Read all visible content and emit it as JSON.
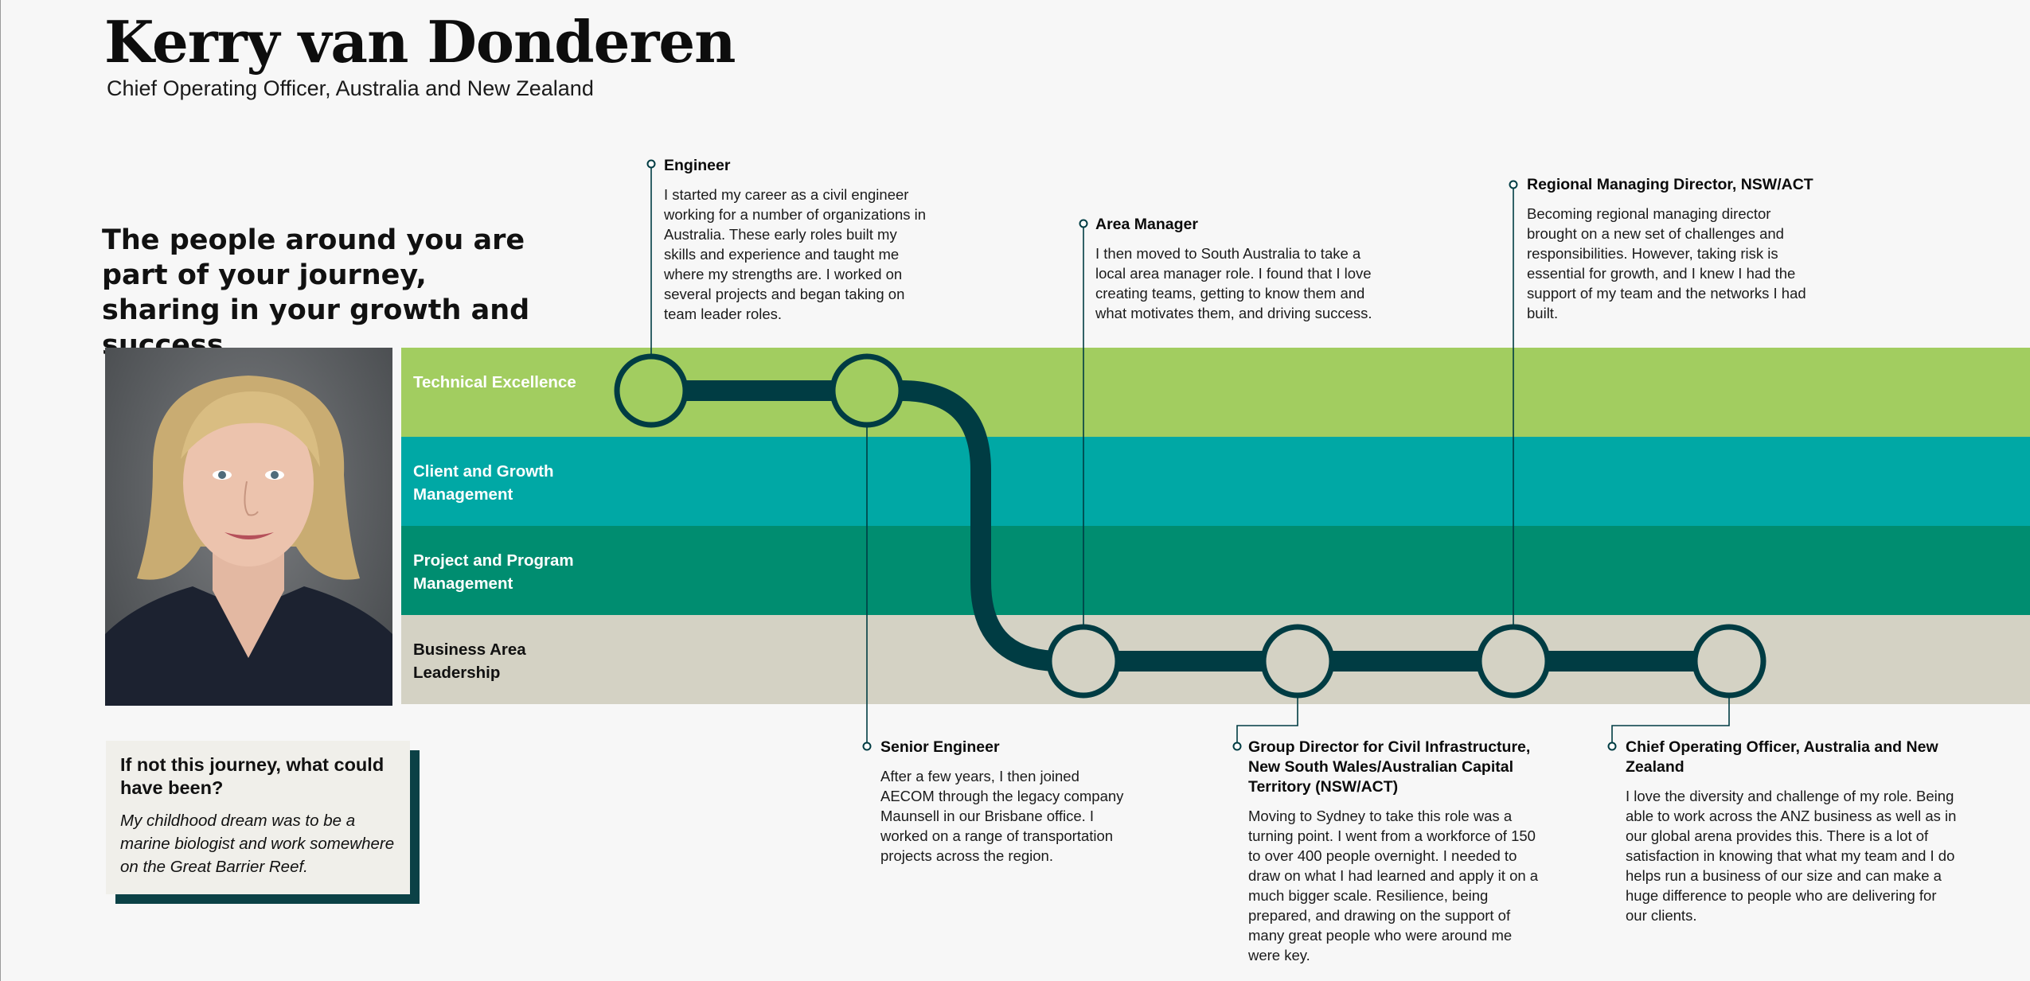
{
  "header": {
    "name": "Kerry van Donderen",
    "role": "Chief Operating Officer, Australia and New Zealand"
  },
  "tagline": "The people around you are part of your journey, sharing in your growth and success.",
  "bands": [
    {
      "label": "Technical Excellence",
      "color": "#a2cd60"
    },
    {
      "label": "Client and Growth Management",
      "color": "#00a8a5"
    },
    {
      "label": "Project and Program Management",
      "color": "#008d70"
    },
    {
      "label": "Business Area Leadership",
      "color": "#d4d2c4"
    }
  ],
  "track_color": "#003c43",
  "milestones": [
    {
      "title": "Engineer",
      "band": "Technical Excellence",
      "text": "I started my career as a civil engineer working for a number of organizations in Australia. These early roles built my skills and experience and taught me where my strengths are. I worked on several projects and began taking on team leader roles."
    },
    {
      "title": "Senior Engineer",
      "band": "Technical Excellence",
      "text": "After a few years, I then joined AECOM through the legacy company Maunsell in our Brisbane office. I worked on a range of transportation projects across the region."
    },
    {
      "title": "Area Manager",
      "band": "Business Area Leadership",
      "text": "I then moved to South Australia to take a local area manager role. I found that I love creating teams, getting to know them and what motivates them, and driving success."
    },
    {
      "title": "Group Director for Civil Infrastructure, New South Wales/Australian Capital Territory (NSW/ACT)",
      "band": "Business Area Leadership",
      "text": "Moving to Sydney to take this role was a turning point. I went from a workforce of 150 to over 400 people overnight. I needed to draw on what I had learned and apply it on a much bigger scale. Resilience, being prepared, and drawing on the support of many great people who were around me were key."
    },
    {
      "title": "Regional Managing Director, NSW/ACT",
      "band": "Business Area Leadership",
      "text": "Becoming regional managing director brought on a new set of challenges and responsibilities. However, taking risk is essential for growth, and I knew I had the support of my team and the networks I had built."
    },
    {
      "title": "Chief Operating Officer, Australia and New Zealand",
      "band": "Business Area Leadership",
      "text": "I love the diversity and challenge of my role. Being able to work across the ANZ business as well as in our global arena provides this. There is a lot of satisfaction in knowing that what my team and I do helps run a business of our size and can make a huge difference to people who are delivering for our clients."
    }
  ],
  "callout": {
    "title": "If not this journey, what could have been?",
    "text": "My childhood dream was to be a marine biologist and work somewhere on the Great Barrier Reef."
  }
}
